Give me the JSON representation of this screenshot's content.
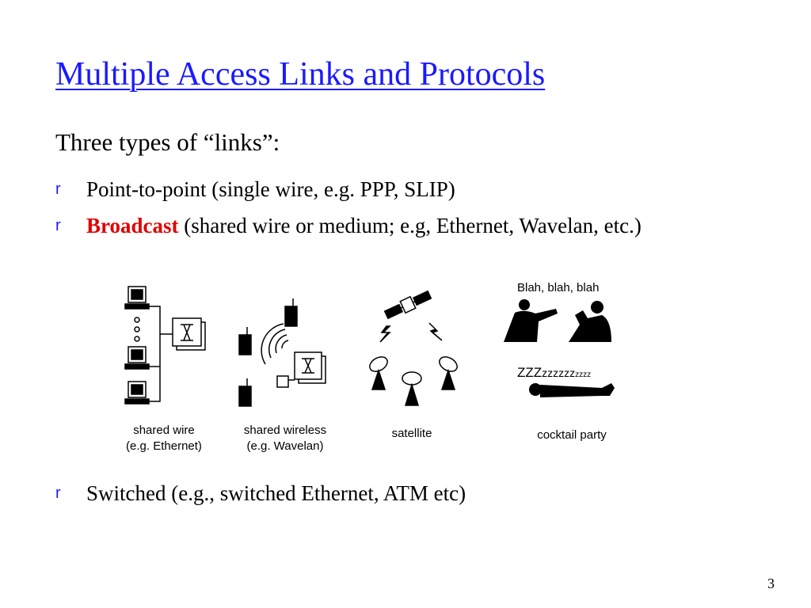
{
  "slide": {
    "title": "Multiple Access Links and Protocols",
    "intro": {
      "before": "Three types of ",
      "quote_open": "“",
      "word": "links",
      "quote_close": "”",
      "after": ":"
    },
    "bullet_marker": "r",
    "bullets": [
      {
        "text": "Point-to-point (single wire, e.g. PPP, SLIP)"
      },
      {
        "highlight": "Broadcast",
        "text": " (shared wire or medium; e.g, Ethernet, Wavelan, etc.)"
      },
      {
        "text": "Switched (e.g., switched Ethernet, ATM etc)"
      }
    ],
    "page_number": "3"
  },
  "figure": {
    "captions": {
      "shared_wire_1": "shared wire",
      "shared_wire_2": "(e.g. Ethernet)",
      "shared_wireless_1": "shared wireless",
      "shared_wireless_2": "(e.g. Wavelan)",
      "satellite": "satellite",
      "cocktail": "cocktail party"
    },
    "speech": "Blah, blah, blah",
    "zzz_big": "ZZZ",
    "zzz_mid": "zzzzzz",
    "zzz_small": "zzzz"
  }
}
